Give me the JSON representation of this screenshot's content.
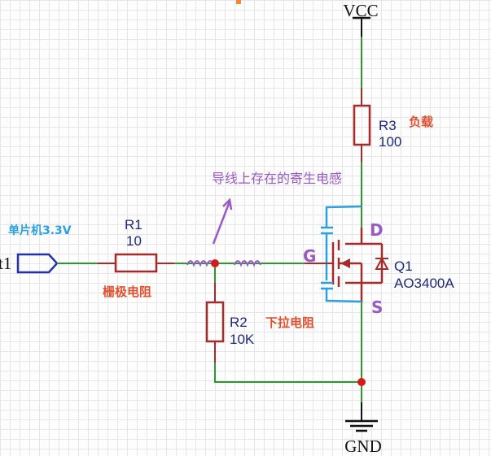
{
  "power": {
    "vcc_label": "VCC",
    "gnd_label": "GND"
  },
  "port": {
    "name_partial": "t1",
    "annotation": "单片机3.3V"
  },
  "components": {
    "r1": {
      "ref": "R1",
      "value": "10",
      "annotation": "栅极电阻"
    },
    "r2": {
      "ref": "R2",
      "value": "10K",
      "annotation": "下拉电阻"
    },
    "r3": {
      "ref": "R3",
      "value": "100",
      "annotation": "负载"
    },
    "q1": {
      "ref": "Q1",
      "value": "AO3400A"
    }
  },
  "annotations": {
    "parasitic_inductance": "导线上存在的寄生电感",
    "gate_pin": "G",
    "drain_pin": "D",
    "source_pin": "S"
  },
  "colors": {
    "wire": "#2a9a2a",
    "component": "#a52a2a",
    "port": "#2233aa",
    "junction": "#d61a1a",
    "capacitance": "#2aa0e0",
    "handwriting_purple": "#9b59c6",
    "handwriting_red": "#e05030"
  }
}
